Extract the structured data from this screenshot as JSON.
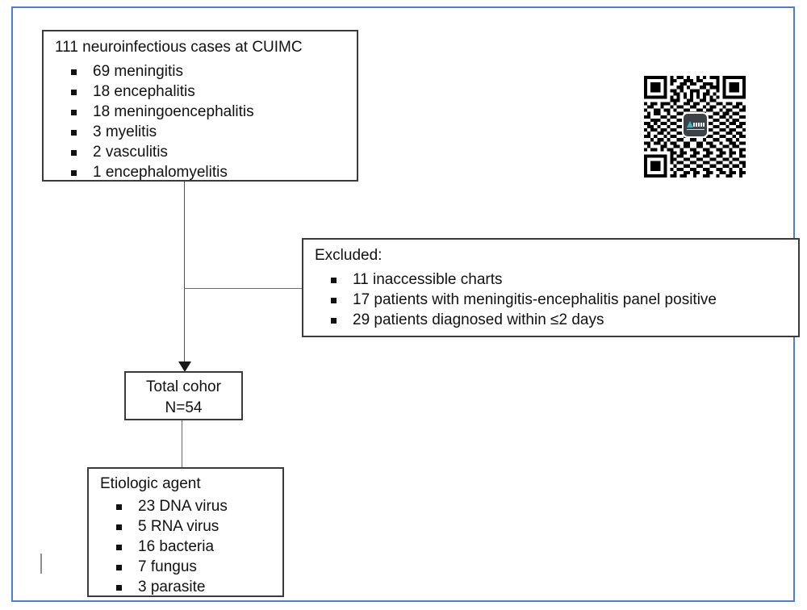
{
  "figure": {
    "type": "study-flow-diagram",
    "accent_border_color": "#4a7ddc",
    "box_border_color": "#3a3a3a",
    "connector_color": "#5a5a5a"
  },
  "boxes": {
    "source": {
      "title": "111 neuroinfectious cases at CUIMC",
      "items": [
        "69 meningitis",
        "18 encephalitis",
        "18 meningoencephalitis",
        "3 myelitis",
        "2 vasculitis",
        "1 encephalomyelitis"
      ]
    },
    "excluded": {
      "title": "Excluded:",
      "items": [
        "11 inaccessible charts",
        "17 patients with meningitis-encephalitis panel positive",
        "29 patients diagnosed within ≤2 days"
      ]
    },
    "cohort": {
      "title": "Total cohor",
      "count_label": "N=54"
    },
    "etiology": {
      "title": "Etiologic agent",
      "items": [
        "23 DNA virus",
        "5 RNA virus",
        "16 bacteria",
        "7 fungus",
        "3 parasite"
      ]
    }
  },
  "qr": {
    "name": "qr-code",
    "logo_badge_color": "#3d4246",
    "logo_accent_color": "#2bb8c4",
    "modules": [
      "1111111010110100101011101111111",
      "1000001011001110110000101000001",
      "1011101010011011001110101011101",
      "1011101000110100011011101011101",
      "1011101011010011100100101011101",
      "1000001001101010101101001000001",
      "1111111010101010101010101111111",
      "0000000011100110011011000000000",
      "1011011101001101100100110110110",
      "0110010010110011001011001001101",
      "1001101101001100110110010110011",
      "0101100100110011001001101101100",
      "1100011011001100110110011010011",
      "0011100100110011001001100101100",
      "1101011011001100110110011011011",
      "0110100100110011001001100100110",
      "1011011011001100110110011011001",
      "0100110100110011001001100110110",
      "1101001011001100110110011001011",
      "0010110100110011001001100110100",
      "1101101011001100110110010011011",
      "0100011001101100110011001101100",
      "1011010110010011001100110010011",
      "0000000011011001100110011011010",
      "1111111010110011001100110010011",
      "1000001011001100110011001101100",
      "1011101010110011001100110010011",
      "1011101001001100110011001101101",
      "1011101010110011001100110010010",
      "1000001001001101100110011011011",
      "1111111011011001001100100110010"
    ]
  }
}
